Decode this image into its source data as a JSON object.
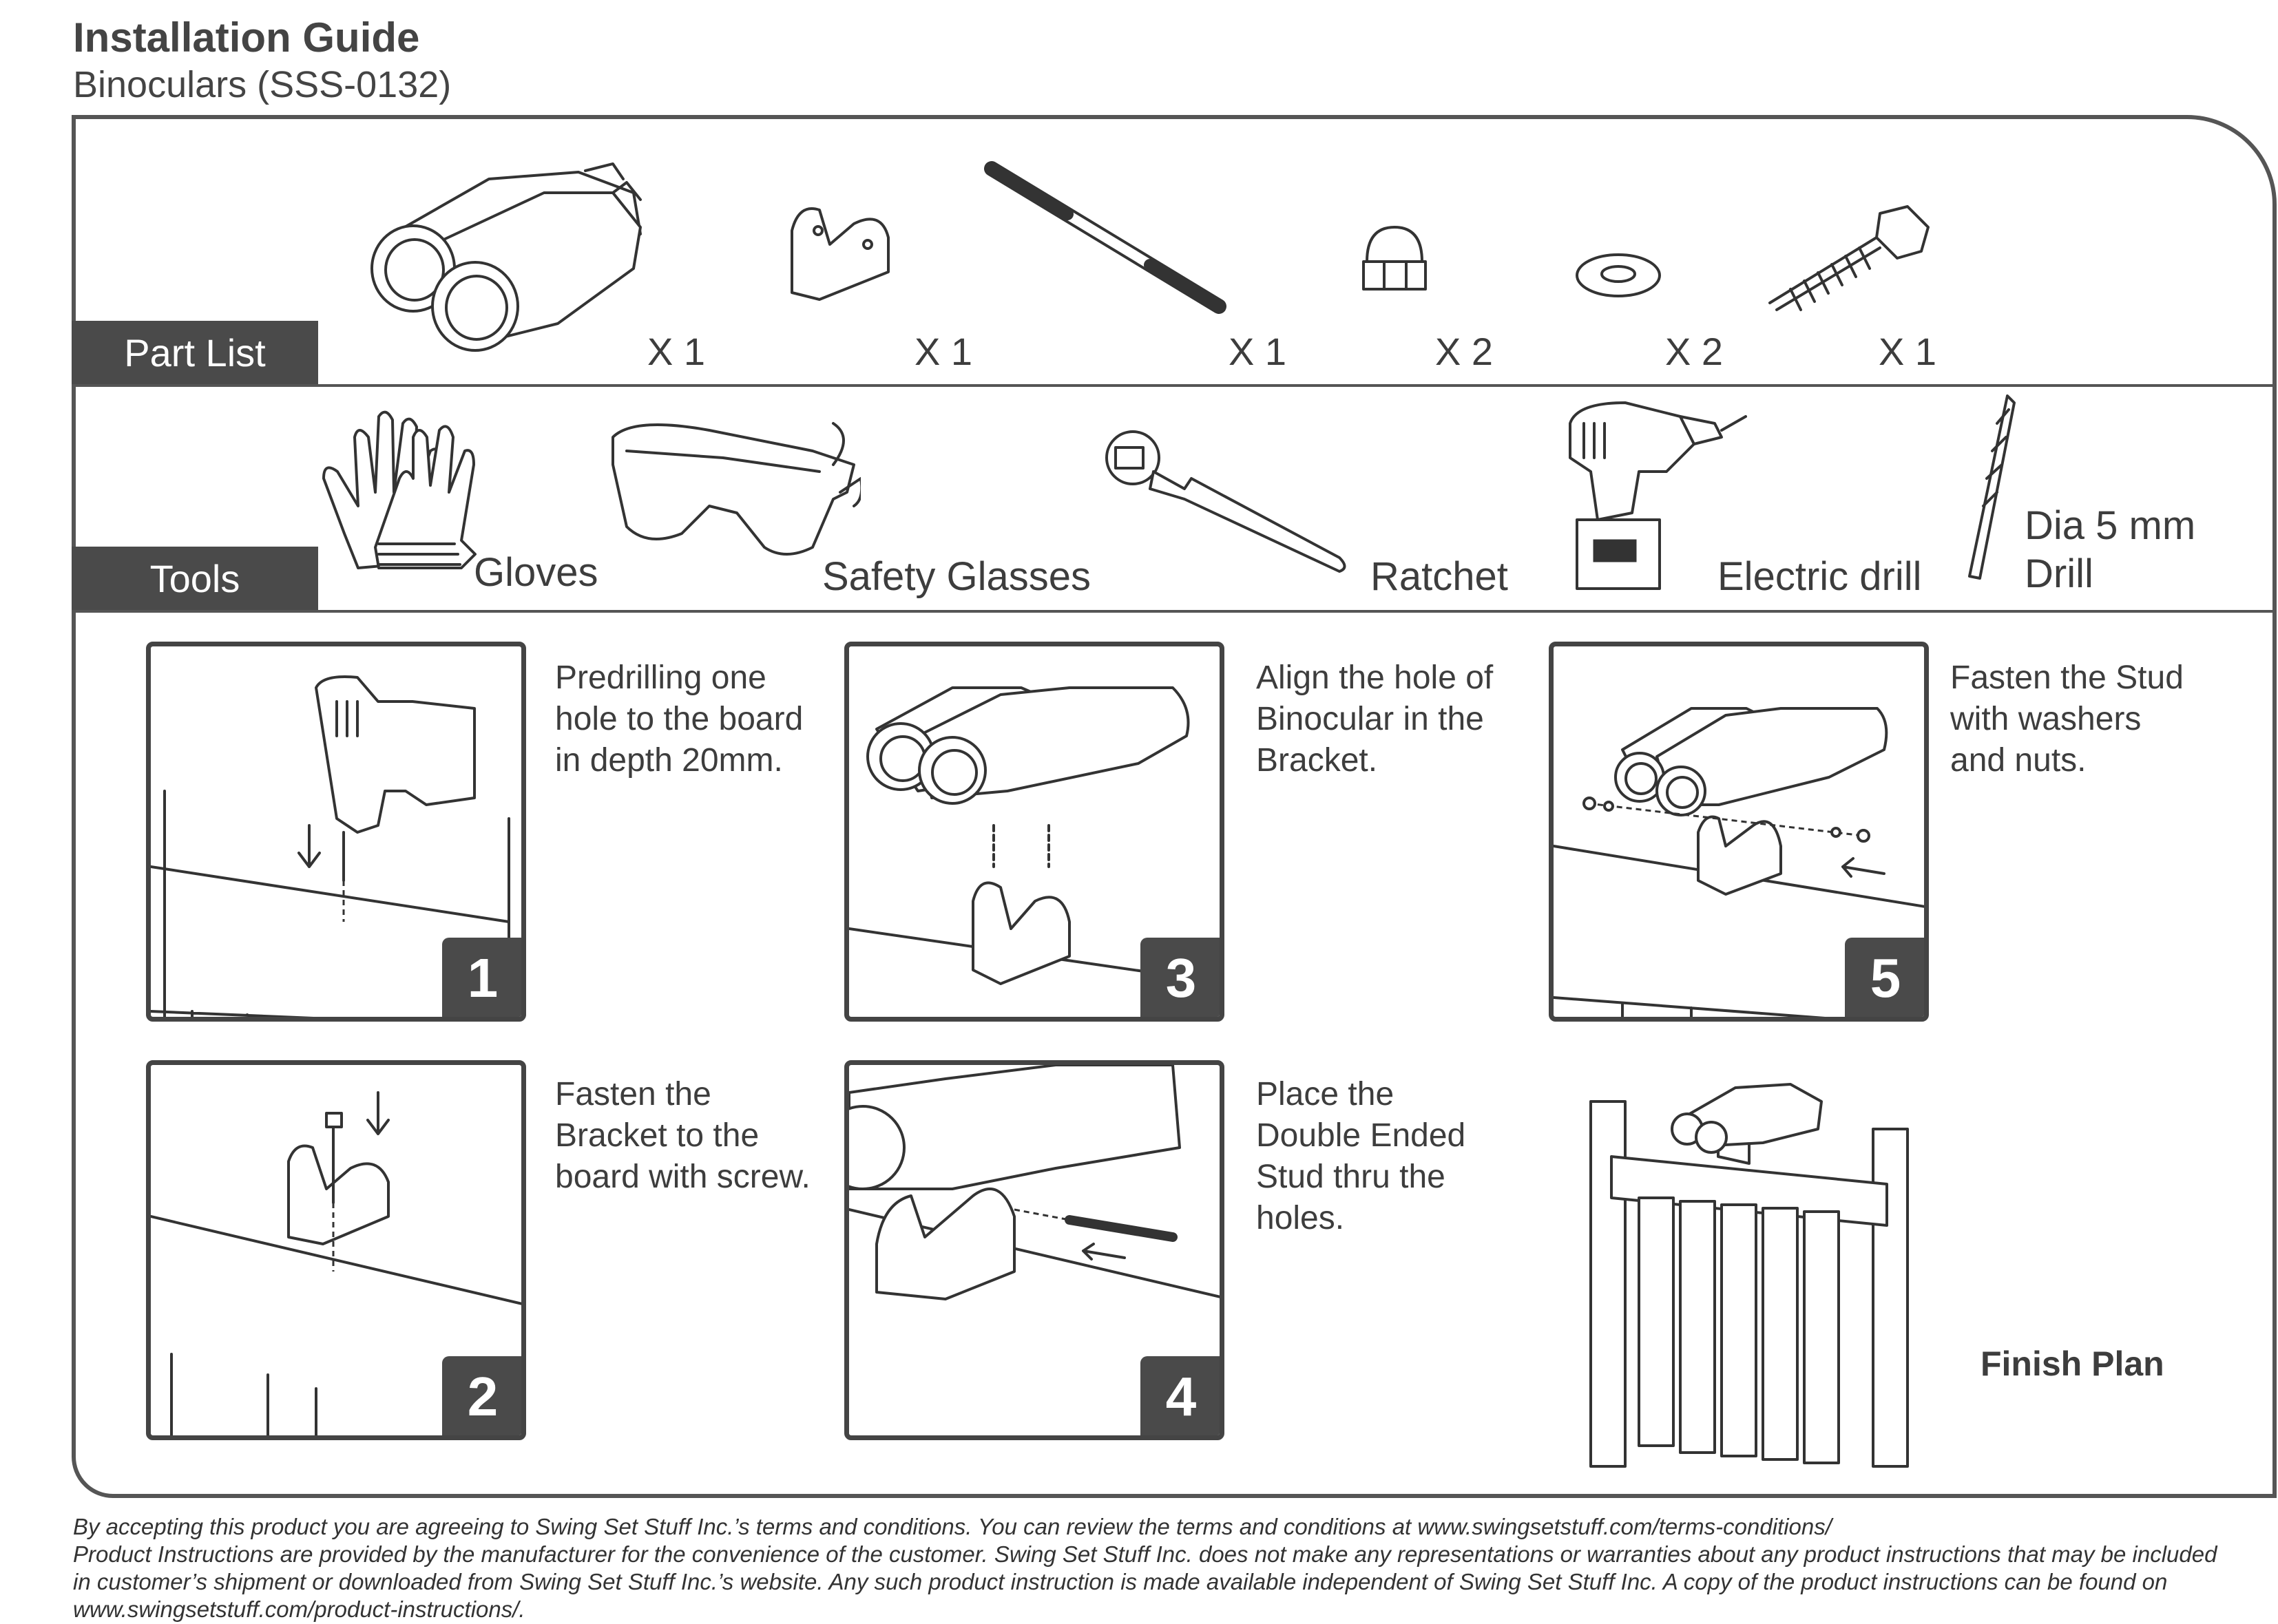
{
  "header": {
    "title": "Installation Guide",
    "subtitle": "Binoculars (SSS-0132)"
  },
  "part_list": {
    "label": "Part List",
    "items": [
      {
        "icon": "binoculars-icon",
        "qty": "X 1"
      },
      {
        "icon": "bracket-icon",
        "qty": "X 1"
      },
      {
        "icon": "double-ended-stud-icon",
        "qty": "X 1"
      },
      {
        "icon": "acorn-nut-icon",
        "qty": "X 2"
      },
      {
        "icon": "washer-icon",
        "qty": "X 2"
      },
      {
        "icon": "lag-screw-icon",
        "qty": "X 1"
      }
    ]
  },
  "tools": {
    "label": "Tools",
    "items": [
      {
        "icon": "gloves-icon",
        "label": "Gloves"
      },
      {
        "icon": "safety-glasses-icon",
        "label": "Safety Glasses"
      },
      {
        "icon": "ratchet-icon",
        "label": "Ratchet"
      },
      {
        "icon": "electric-drill-icon",
        "label": "Electric drill"
      },
      {
        "icon": "drill-bit-icon",
        "label_line1": "Dia 5 mm",
        "label_line2": "Drill"
      }
    ]
  },
  "steps": [
    {
      "number": "1",
      "lines": [
        "Predrilling one",
        "hole to the board",
        "in depth 20mm."
      ]
    },
    {
      "number": "2",
      "lines": [
        "Fasten the",
        "Bracket to the",
        "board with screw."
      ]
    },
    {
      "number": "3",
      "lines": [
        "Align the hole of",
        "Binocular in the",
        "Bracket."
      ]
    },
    {
      "number": "4",
      "lines": [
        "Place the",
        "Double Ended",
        "Stud thru the",
        "holes."
      ]
    },
    {
      "number": "5",
      "lines": [
        "Fasten the Stud",
        "with washers",
        "and nuts."
      ]
    }
  ],
  "finish": {
    "label": "Finish Plan"
  },
  "footer": {
    "lines": [
      "By accepting this product you are agreeing to Swing Set Stuff Inc.’s terms and conditions. You can review the terms and conditions at www.swingsetstuff.com/terms-conditions/",
      "Product Instructions are provided by the manufacturer for the convenience of the customer. Swing Set Stuff Inc. does not make any representations or warranties about any product instructions that may be included",
      "in customer’s shipment or downloaded from Swing Set Stuff Inc.’s website. Any such product instruction is made available independent of Swing Set Stuff Inc.  A copy of the product instructions can be found on",
      "www.swingsetstuff.com/product-instructions/."
    ]
  }
}
